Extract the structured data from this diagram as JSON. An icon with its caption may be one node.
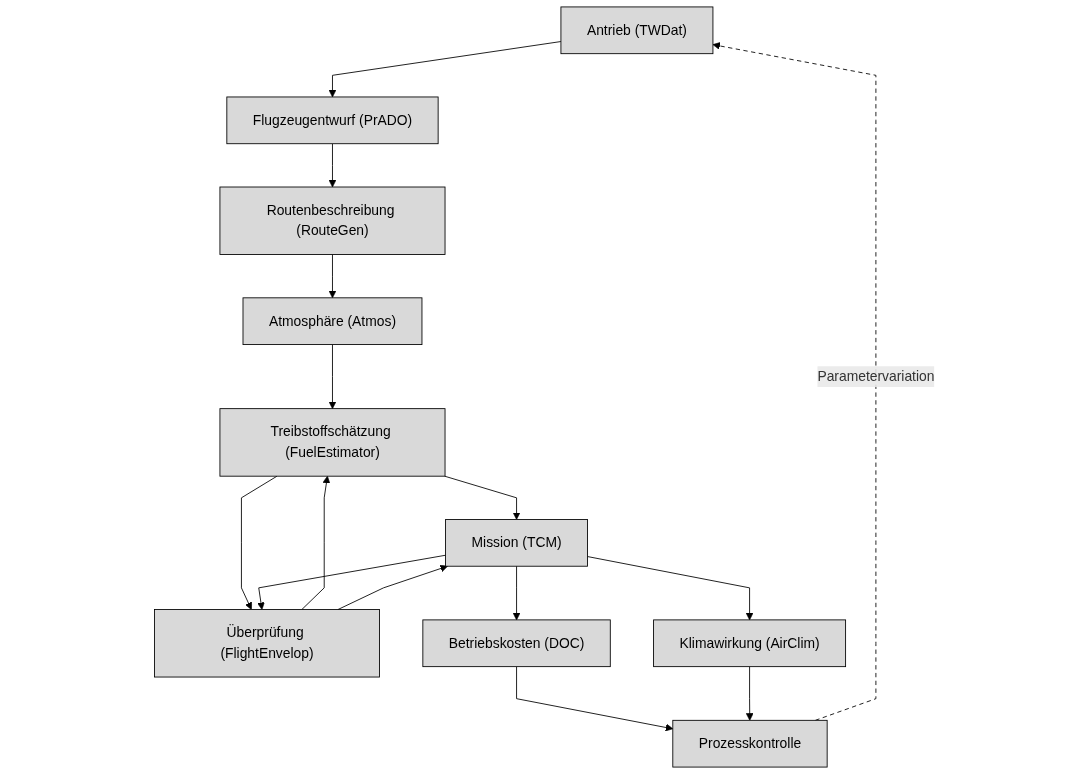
{
  "diagram": {
    "nodes": [
      {
        "text": [
          "Antrieb (TWDat)"
        ]
      },
      {
        "text": [
          "Flugzeugentwurf (PrADO)"
        ]
      },
      {
        "text": [
          "Routenbeschreibung (RouteGen)"
        ]
      },
      {
        "text": [
          "Überprüfung (FlightEnvelop)"
        ]
      },
      {
        "text": [
          "Atmosphäre (Atmos)"
        ]
      },
      {
        "text": [
          "Treibstoffschätzung (FuelEstimator)"
        ]
      },
      {
        "text": [
          "Mission (TCM)"
        ]
      },
      {
        "text": [
          "Prozesskontrolle"
        ]
      },
      {
        "text": [
          "Betriebskosten (DOC)"
        ]
      },
      {
        "text": [
          "Klimawirkung (AirClim)"
        ]
      }
    ],
    "edges": [
      {
        "from": 0,
        "to": 1,
        "arrow": "to"
      },
      {
        "from": 1,
        "to": 2,
        "arrow": "to"
      },
      {
        "from": 2,
        "to": 4,
        "arrow": "to"
      },
      {
        "from": 4,
        "to": 5,
        "arrow": "to"
      },
      {
        "from": 5,
        "to": 6,
        "arrow": "to"
      },
      {
        "from": 5,
        "to": 3,
        "arrow": "to"
      },
      {
        "from": 3,
        "to": 5,
        "arrow": "to"
      },
      {
        "from": 6,
        "to": 3,
        "arrow": "to"
      },
      {
        "from": 3,
        "to": 6,
        "arrow": "to"
      },
      {
        "from": 6,
        "to": 8,
        "arrow": "to"
      },
      {
        "from": 6,
        "to": 9,
        "arrow": "to"
      },
      {
        "from": 8,
        "to": 7,
        "arrow": "to"
      },
      {
        "from": 9,
        "to": 7,
        "arrow": "to"
      },
      {
        "from": 7,
        "to": 0,
        "arrow": "to",
        "style": "dashed",
        "label": "Parametervariation"
      }
    ]
  }
}
